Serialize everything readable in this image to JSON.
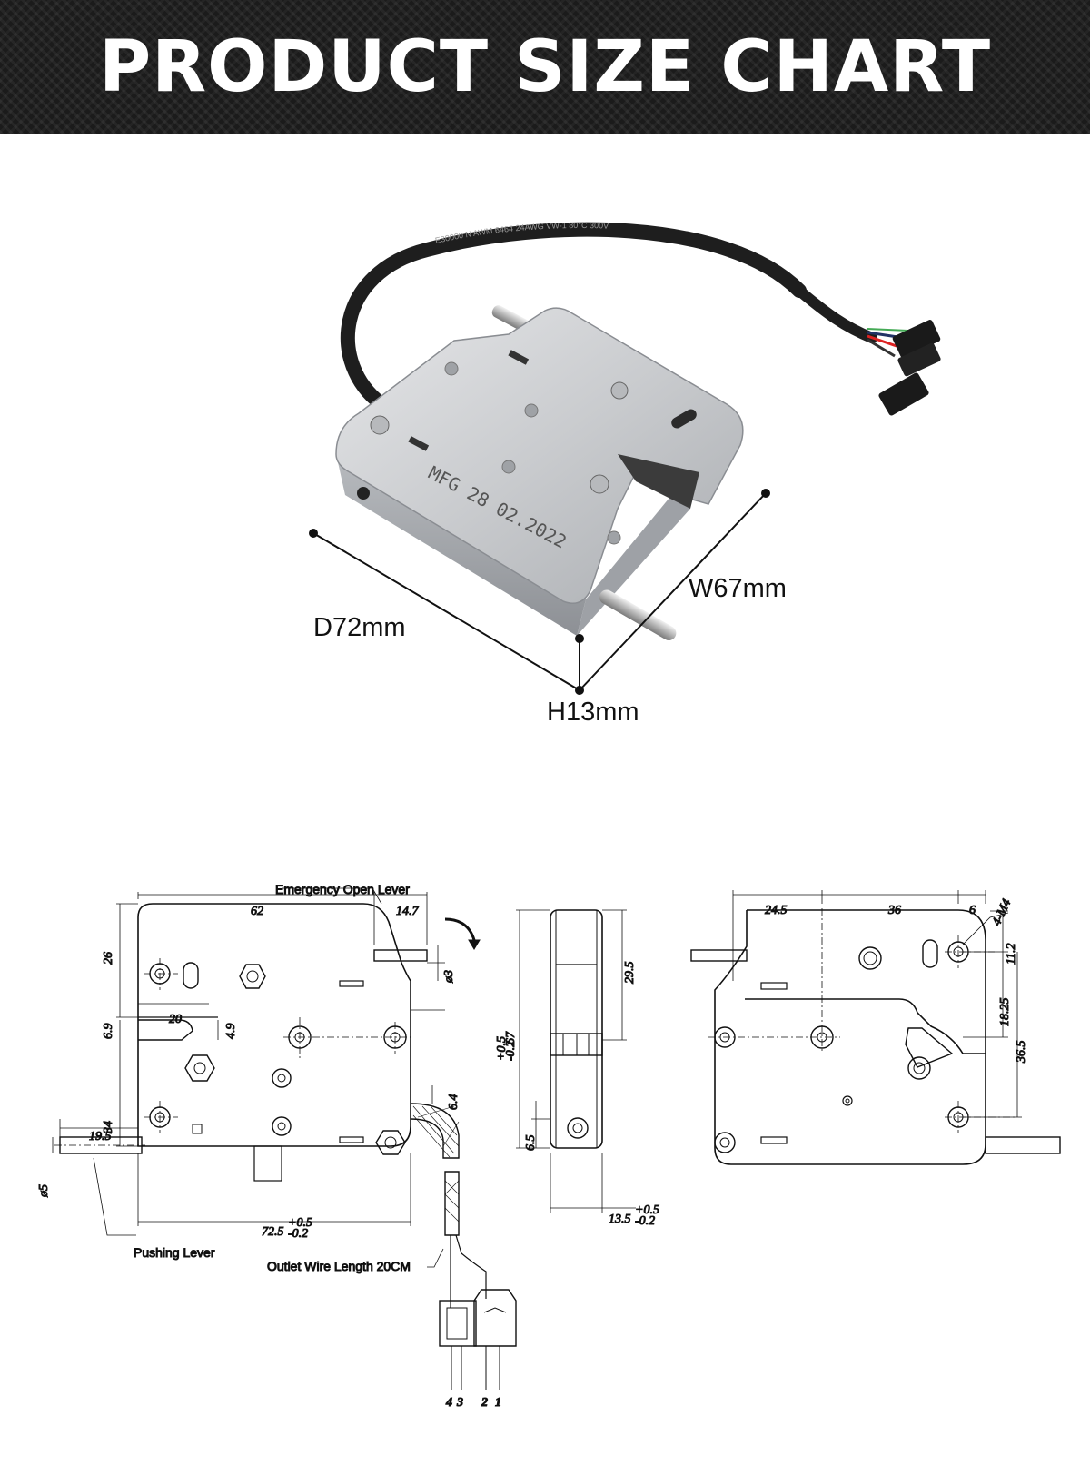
{
  "banner": {
    "title": "PRODUCT SIZE CHART"
  },
  "photo": {
    "engraving_line1": "MFG 28 02.2022",
    "cable_print": "E30000 N AWM 6464 24AWG VW-1 80°C 300V",
    "dim_depth": "D72mm",
    "dim_width": "W67mm",
    "dim_height": "H13mm"
  },
  "drawing": {
    "callouts": {
      "emergency_open_lever": "Emergency Open Lever",
      "pushing_lever": "Pushing Lever",
      "outlet_wire": "Outlet Wire Length 20CM"
    },
    "front": {
      "d62": "62",
      "d14_7": "14.7",
      "d26": "26",
      "d20": "20",
      "d6_9": "6.9",
      "d4_9": "4.9",
      "d3": "ø3",
      "d34": "34",
      "d19_5": "19.5",
      "d5": "ø5",
      "d6_4": "6.4",
      "d72_5": "72.5",
      "d72_5_tol_up": "+0.5",
      "d72_5_tol_dn": "-0.2"
    },
    "side": {
      "d29_5": "29.5",
      "d67": "67",
      "d67_tol_up": "+0.5",
      "d67_tol_dn": "-0.2",
      "d6_5": "6.5",
      "d13_5": "13.5",
      "d13_5_tol_up": "+0.5",
      "d13_5_tol_dn": "-0.2"
    },
    "back": {
      "d24_5": "24.5",
      "d36": "36",
      "d6": "6",
      "holes": "4-M4",
      "d11_2": "11.2",
      "d18_25": "18.25",
      "d36_5": "36.5"
    },
    "pins": {
      "p4": "4",
      "p3": "3",
      "p2": "2",
      "p1": "1"
    }
  }
}
